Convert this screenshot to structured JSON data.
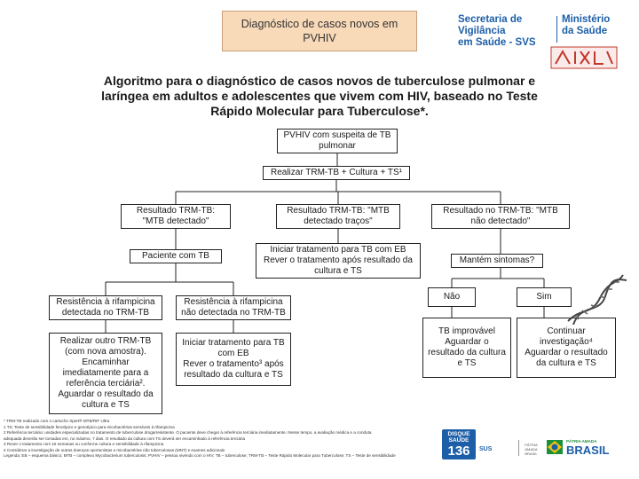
{
  "header": {
    "title_line1": "Diagnóstico de casos novos em",
    "title_line2": "PVHIV",
    "logo_svs_line1": "Secretaria de Vigilância",
    "logo_svs_line2": "em Saúde - SVS",
    "logo_ministerio_line1": "Ministério",
    "logo_ministerio_line2": "da Saúde"
  },
  "algorithm_title": "Algoritmo para o diagnóstico de casos novos de tuberculose pulmonar e laríngea em adultos e adolescentes que vivem com HIV, baseado no Teste Rápido Molecular para Tuberculose*.",
  "nodes": {
    "pvhiv": "PVHIV com suspeita de TB pulmonar",
    "trm": "Realizar TRM-TB + Cultura + TS¹",
    "detected": "Resultado TRM-TB: \"MTB detectado\"",
    "trace": "Resultado TRM-TB: \"MTB detectado traços\"",
    "not_detected": "Resultado no TRM-TB: \"MTB não detectado\"",
    "patient": "Paciente com TB",
    "treat_eb": "Iniciar tratamento para TB com EB Rever o tratamento após resultado da cultura e TS",
    "symptoms": "Mantém sintomas?",
    "resist_yes": "Resistência à rifampicina detectada no TRM-TB",
    "resist_no": "Resistência à rifampicina não detectada no TRM-TB",
    "nao": "Não",
    "sim": "Sim",
    "another_test": "Realizar outro TRM-TB (com nova amostra). Encaminhar imediatamente para a referência terciária². Aguardar o resultado da cultura e TS",
    "treat_eb2_line1": "Iniciar tratamento para TB com EB",
    "treat_eb2_line2": "Rever o tratamento³ após resultado da cultura e TS",
    "improbable": "TB improvável Aguardar o resultado da cultura e TS",
    "continue": "Continuar investigação⁴ Aguardar o resultado da cultura e TS"
  },
  "footnotes": [
    "* TRM-TB realizado com o cartucho Xpert® MTB/RIF Ultra",
    "1 TS: Teste de sensibilidade fenotípico e genotípico para micobactérias sensíveis à rifampicina",
    "2 Referência terciária: unidades especializadas no tratamento de tuberculose drogarresistente. O paciente deve chegar à referência terciária imediatamente. Nesse tempo, a avaliação médica e a conduta",
    "adequada deverão ser tomadas em, no máximo, 7 dias. O resultado da cultura com TS deverá ser encaminhado à referência terciária",
    "3 Rever o tratamento com 15 semanas ou conforme cultura e sensibilidade à rifampicina",
    "4 Considerar a investigação de outras doenças oportunistas e micobactérias não tuberculosas (MNT) e exames adicionais",
    "Legenda: EB – esquema básico; MTB – complexo Mycobacterium tuberculosis; PVHIV – pessoa vivendo com o HIV; TB – tuberculose; TRM-TB – Teste Rápido Molecular para Tuberculose; TS – Teste de sensibilidade"
  ],
  "footer": {
    "disque_line1": "DISQUE SAÚDE",
    "disque_number": "136",
    "sus": "SUS",
    "patria_line1": "PÁTRIA AMADA",
    "patria_line2": "BRASIL",
    "gov_line1": "PÁTRIA AMADA",
    "gov_line2": "BRASIL"
  },
  "colors": {
    "title_box": "#f8d9b8",
    "brand_blue": "#1c5ea8",
    "seal_red": "#c0392b"
  }
}
